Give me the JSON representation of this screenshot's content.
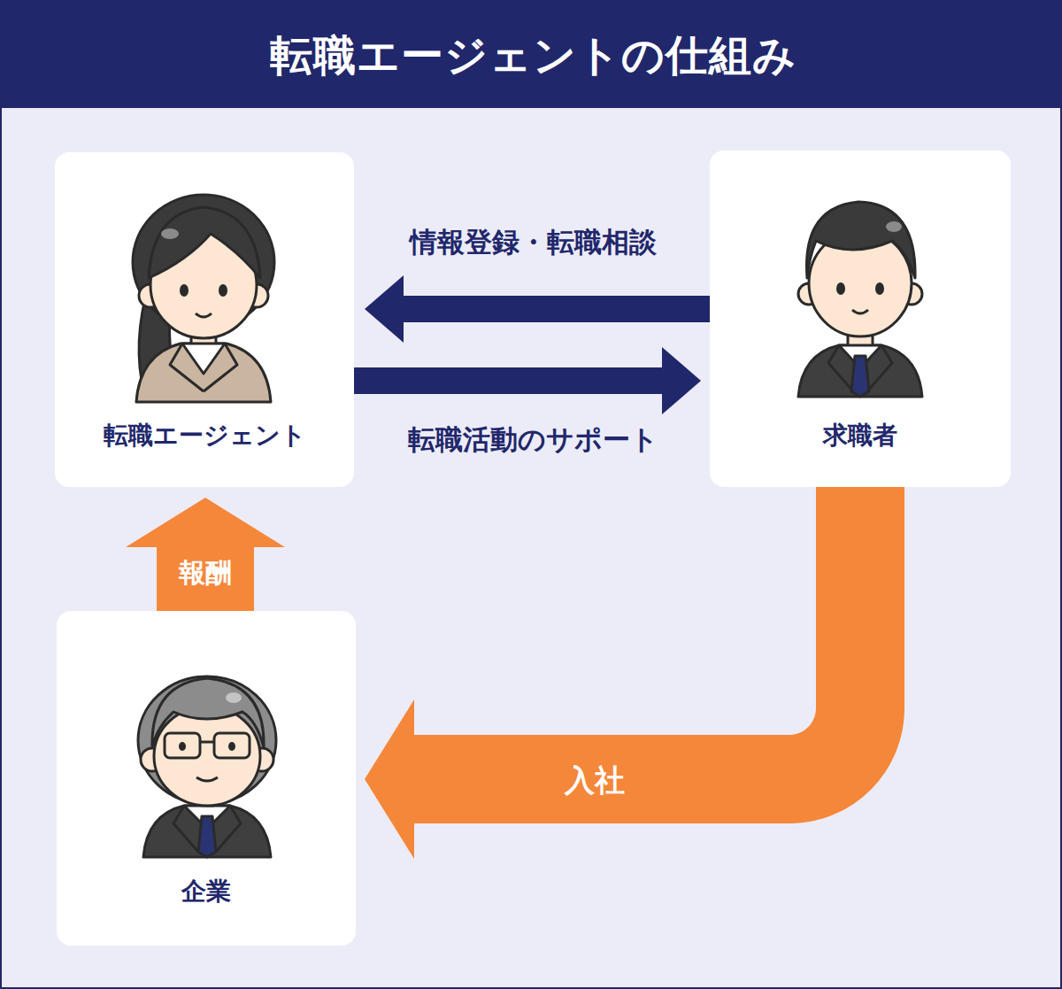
{
  "diagram": {
    "title": "転職エージェントの仕組み",
    "nodes": [
      {
        "text": [
          "転職エージェント"
        ]
      },
      {
        "text": [
          "求職者"
        ]
      },
      {
        "text": [
          "企業"
        ]
      }
    ],
    "edges": [
      {
        "from": 1,
        "to": 0,
        "label": "情報登録・転職相談",
        "arrow": "to"
      },
      {
        "from": 0,
        "to": 1,
        "label": "転職活動のサポート",
        "arrow": "to"
      },
      {
        "from": 1,
        "to": 2,
        "label": "入社",
        "arrow": "to"
      },
      {
        "from": 2,
        "to": 0,
        "label": "報酬",
        "arrow": "to"
      }
    ]
  }
}
